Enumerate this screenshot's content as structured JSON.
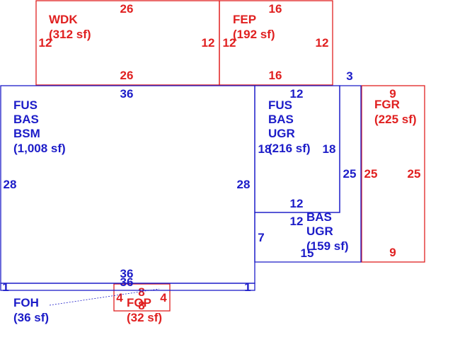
{
  "colors": {
    "blue": "#1c1cc8",
    "red": "#e02020",
    "background": "#ffffff"
  },
  "areas": {
    "wdk": {
      "lines": [
        "WDK",
        "(312 sf)"
      ],
      "dims": [
        "26",
        "12",
        "12",
        "26"
      ]
    },
    "fep": {
      "lines": [
        "FEP",
        "(192 sf)"
      ],
      "dims": [
        "16",
        "12",
        "12",
        "16"
      ]
    },
    "fus_bas_bsm": {
      "lines": [
        "FUS",
        "BAS",
        "BSM",
        "(1,008 sf)"
      ],
      "dims": [
        "36",
        "28",
        "28",
        "36",
        "36"
      ]
    },
    "fus_bas_ugr": {
      "lines": [
        "FUS",
        "BAS",
        "UGR",
        "(216 sf)"
      ],
      "dims": [
        "12",
        "18",
        "18",
        "12"
      ]
    },
    "bas_ugr": {
      "lines": [
        "BAS",
        "UGR",
        "(159 sf)"
      ],
      "dims": [
        "12",
        "7",
        "15",
        "3",
        "25"
      ]
    },
    "fgr": {
      "lines": [
        "FGR",
        "(225 sf)"
      ],
      "dims": [
        "9",
        "25",
        "25",
        "9"
      ]
    },
    "foh": {
      "lines": [
        "FOH",
        "(36 sf)"
      ],
      "dims": [
        "1",
        "1"
      ]
    },
    "fop": {
      "lines": [
        "FOP",
        "(32 sf)"
      ],
      "dims": [
        "8",
        "4",
        "4",
        "8"
      ]
    }
  }
}
